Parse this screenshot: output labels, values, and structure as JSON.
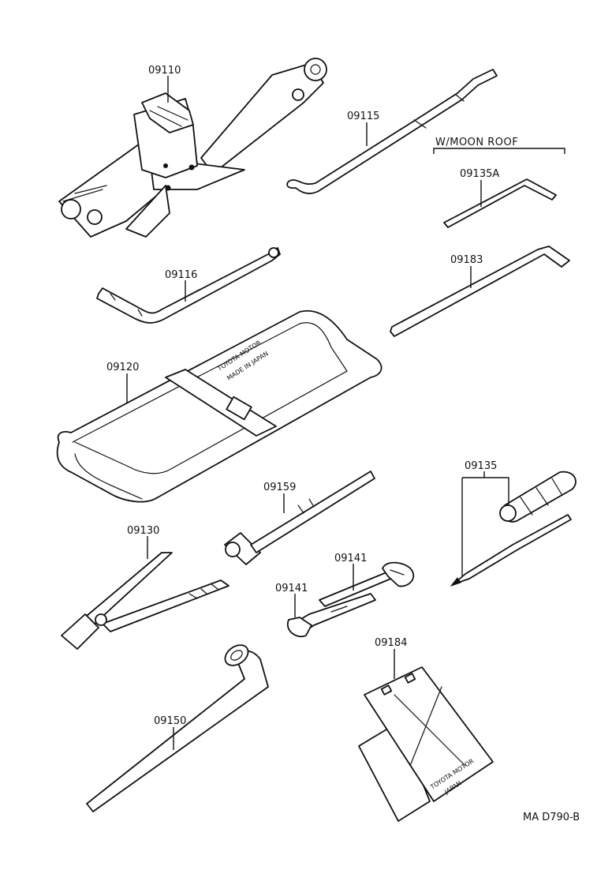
{
  "parts": {
    "jack": "09110",
    "jack_handle": "09115",
    "moon_roof_wrench": "09135A",
    "handle_rod": "09116",
    "handle_rod_2": "09183",
    "tool_bag": "09120",
    "screwdriver": "09135",
    "extension_bar": "09159",
    "pliers": "09130",
    "wrench_upper": "09141",
    "wrench_lower": "09141",
    "wheel_chock": "09184",
    "lug_wrench": "09150"
  },
  "group_label": "W/MOON ROOF",
  "bag_imprint": [
    "TOYOTA MOTOR",
    "MADE IN JAPAN"
  ],
  "chock_imprint": [
    "TOYOTA MOTOR",
    "JAPAN"
  ],
  "figure_code": "MA D790-B"
}
